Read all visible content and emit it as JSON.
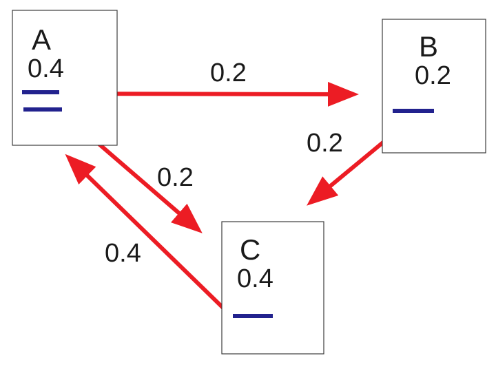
{
  "diagram": {
    "type": "directed-graph",
    "nodes": [
      {
        "id": "A",
        "label": "A",
        "value": "0.4"
      },
      {
        "id": "B",
        "label": "B",
        "value": "0.2"
      },
      {
        "id": "C",
        "label": "C",
        "value": "0.4"
      }
    ],
    "edges": [
      {
        "from": "A",
        "to": "B",
        "weight": "0.2"
      },
      {
        "from": "B",
        "to": "C",
        "weight": "0.2"
      },
      {
        "from": "A",
        "to": "C",
        "weight": "0.2"
      },
      {
        "from": "C",
        "to": "A",
        "weight": "0.4"
      }
    ],
    "colors": {
      "arrow": "#ec1c24",
      "tick": "#22228e",
      "box_border": "#3c3c3c",
      "text": "#1a1a1a"
    }
  }
}
